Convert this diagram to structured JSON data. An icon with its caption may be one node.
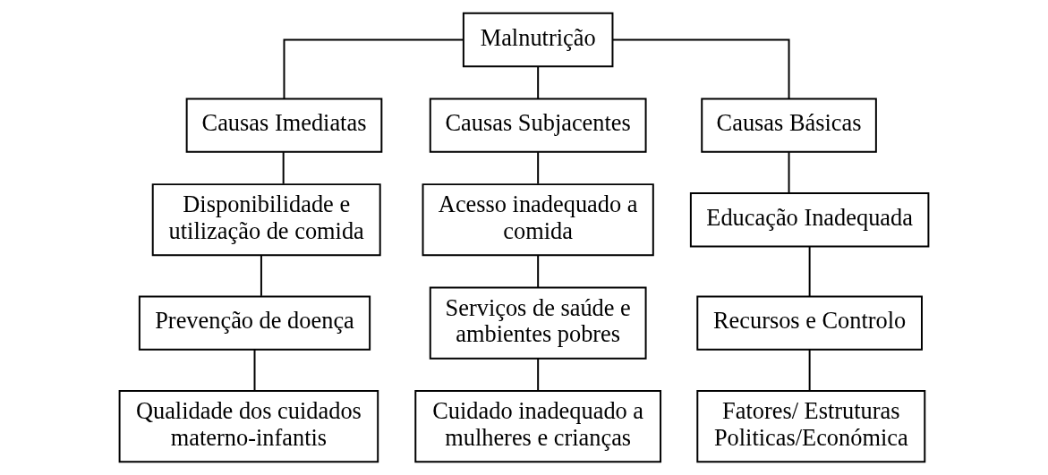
{
  "diagram": {
    "nodes": [
      {
        "text": [
          "Malnutrição"
        ]
      },
      {
        "text": [
          "Causas Imediatas"
        ]
      },
      {
        "text": [
          "Causas Subjacentes"
        ]
      },
      {
        "text": [
          "Causas Básicas"
        ]
      },
      {
        "text": [
          "Disponibilidade e utilização de comida"
        ]
      },
      {
        "text": [
          "Acesso inadequado a comida"
        ]
      },
      {
        "text": [
          "Educação Inadequada"
        ]
      },
      {
        "text": [
          "Prevenção de doença"
        ]
      },
      {
        "text": [
          "Serviços de saúde e ambientes pobres"
        ]
      },
      {
        "text": [
          "Recursos e Controlo"
        ]
      },
      {
        "text": [
          "Qualidade dos cuidados materno-infantis"
        ]
      },
      {
        "text": [
          "Cuidado inadequado a mulheres e crianças"
        ]
      },
      {
        "text": [
          "Fatores/ Estruturas Politicas/Económica"
        ]
      }
    ],
    "edges": [
      {
        "from": 0,
        "to": 1,
        "arrow": "none"
      },
      {
        "from": 0,
        "to": 2,
        "arrow": "none"
      },
      {
        "from": 0,
        "to": 3,
        "arrow": "none"
      },
      {
        "from": 1,
        "to": 4,
        "arrow": "none"
      },
      {
        "from": 4,
        "to": 7,
        "arrow": "none"
      },
      {
        "from": 7,
        "to": 10,
        "arrow": "none"
      },
      {
        "from": 2,
        "to": 5,
        "arrow": "none"
      },
      {
        "from": 5,
        "to": 8,
        "arrow": "none"
      },
      {
        "from": 8,
        "to": 11,
        "arrow": "none"
      },
      {
        "from": 3,
        "to": 6,
        "arrow": "none"
      },
      {
        "from": 6,
        "to": 9,
        "arrow": "none"
      },
      {
        "from": 9,
        "to": 12,
        "arrow": "none"
      }
    ]
  }
}
